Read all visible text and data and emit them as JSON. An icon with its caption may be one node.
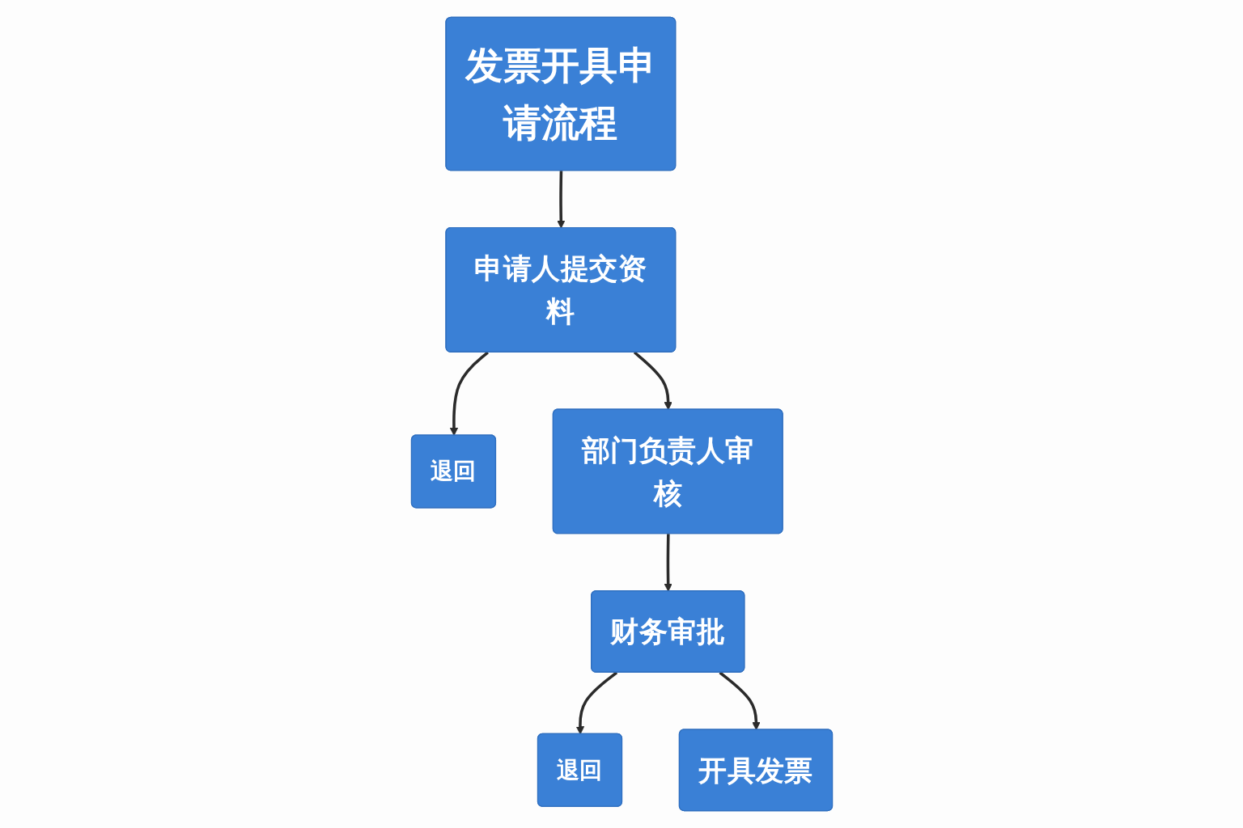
{
  "diagram": {
    "nodes": [
      {
        "text": [
          "发票开具申请流程"
        ]
      },
      {
        "text": [
          "申请人提交资料"
        ]
      },
      {
        "text": [
          "退回"
        ]
      },
      {
        "text": [
          "部门负责人审核"
        ]
      },
      {
        "text": [
          "财务审批"
        ]
      },
      {
        "text": [
          "退回"
        ]
      },
      {
        "text": [
          "开具发票"
        ]
      }
    ],
    "edges": [
      {
        "from": 0,
        "to": 1,
        "arrow": "to"
      },
      {
        "from": 1,
        "to": 2,
        "arrow": "to"
      },
      {
        "from": 1,
        "to": 3,
        "arrow": "to"
      },
      {
        "from": 3,
        "to": 4,
        "arrow": "to"
      },
      {
        "from": 4,
        "to": 5,
        "arrow": "to"
      },
      {
        "from": 4,
        "to": 6,
        "arrow": "to"
      }
    ]
  }
}
